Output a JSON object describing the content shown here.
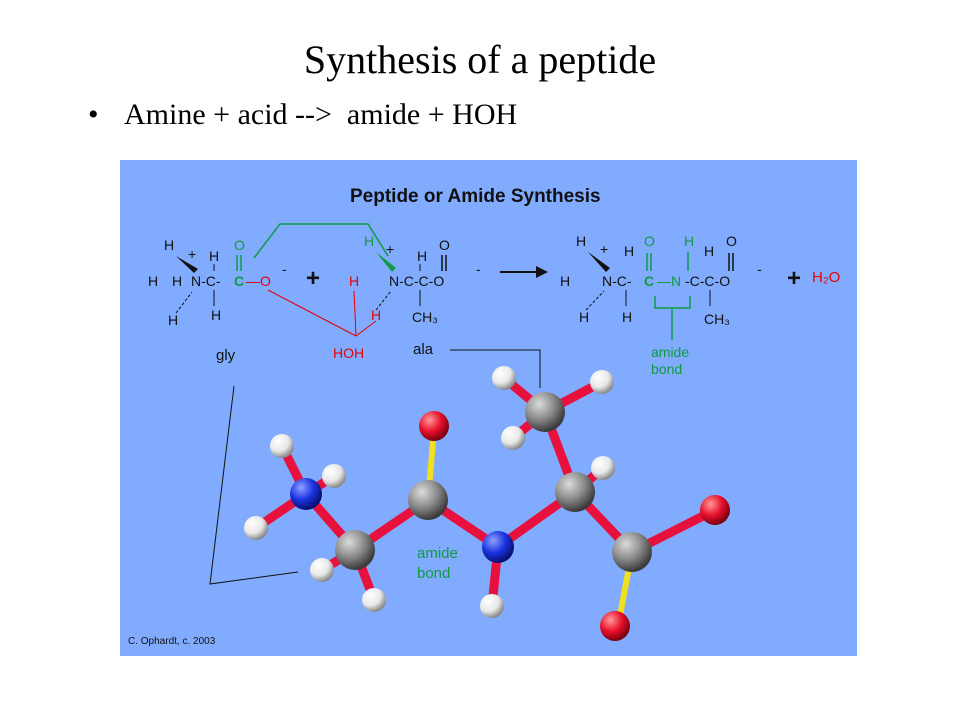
{
  "slide": {
    "title": "Synthesis of a peptide",
    "bullet_char": "•",
    "bullet": "Amine + acid -->  amide + HOH"
  },
  "figure": {
    "title": "Peptide or Amide Synthesis",
    "label_gly": "gly",
    "label_ala": "ala",
    "label_hoh": "HOH",
    "label_amide_1": "amide",
    "label_bond_1": "bond",
    "label_amide_2": "amide",
    "label_bond_2": "bond",
    "water": "H₂O",
    "credit": "C. Ophardt, c. 2003",
    "colors": {
      "background": "#80abff",
      "bond_red": "#e8103c",
      "bond_yellow": "#f0e020",
      "carbon": "#8a8a8a",
      "oxygen": "#e8102a",
      "nitrogen": "#1a33e0",
      "hydrogen": "#ffffff",
      "green": "#119944",
      "red_text": "#e60000"
    }
  }
}
